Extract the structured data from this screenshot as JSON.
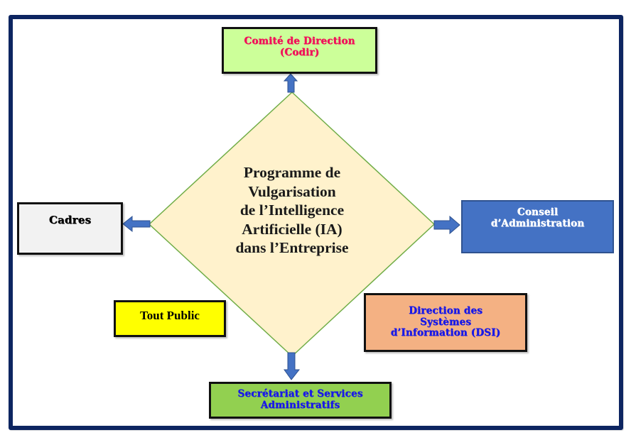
{
  "diagram": {
    "center": {
      "lines": [
        "Programme de",
        "Vulgarisation",
        "de l’Intelligence",
        "Artificielle (IA)",
        "dans l’Entreprise"
      ]
    },
    "nodes": {
      "codir": {
        "lines": [
          "Comité de Direction",
          "(Codir)"
        ],
        "fill": "#ccff99",
        "text_color": "#f0145a"
      },
      "cadres": {
        "lines": [
          "Cadres"
        ],
        "fill": "#f2f2f2",
        "text_color": "#000000"
      },
      "conseil": {
        "lines": [
          "Conseil",
          "d’Administration"
        ],
        "fill": "#4472c4",
        "text_color": "#ffffff"
      },
      "dsi": {
        "lines": [
          "Direction des",
          "Systèmes",
          "d’Information (DSI)"
        ],
        "fill": "#f4b183",
        "text_color": "#1a1ae6"
      },
      "public": {
        "lines": [
          "Tout Public"
        ],
        "fill": "#ffff00",
        "text_color": "#000000"
      },
      "secretariat": {
        "lines": [
          "Secrétariat et Services",
          "Administratifs"
        ],
        "fill": "#92d050",
        "text_color": "#1a1ae6"
      }
    },
    "edges": [
      {
        "from": "center",
        "to": "codir",
        "direction": "up"
      },
      {
        "from": "center",
        "to": "cadres",
        "direction": "left"
      },
      {
        "from": "center",
        "to": "conseil",
        "direction": "right"
      },
      {
        "from": "center",
        "to": "secretariat",
        "direction": "down"
      }
    ],
    "colors": {
      "frame": "#0d2561",
      "diamond_fill": "#fff2cc",
      "diamond_stroke": "#70ad47",
      "arrow_fill": "#4472c4",
      "arrow_stroke": "#2f528f"
    }
  }
}
